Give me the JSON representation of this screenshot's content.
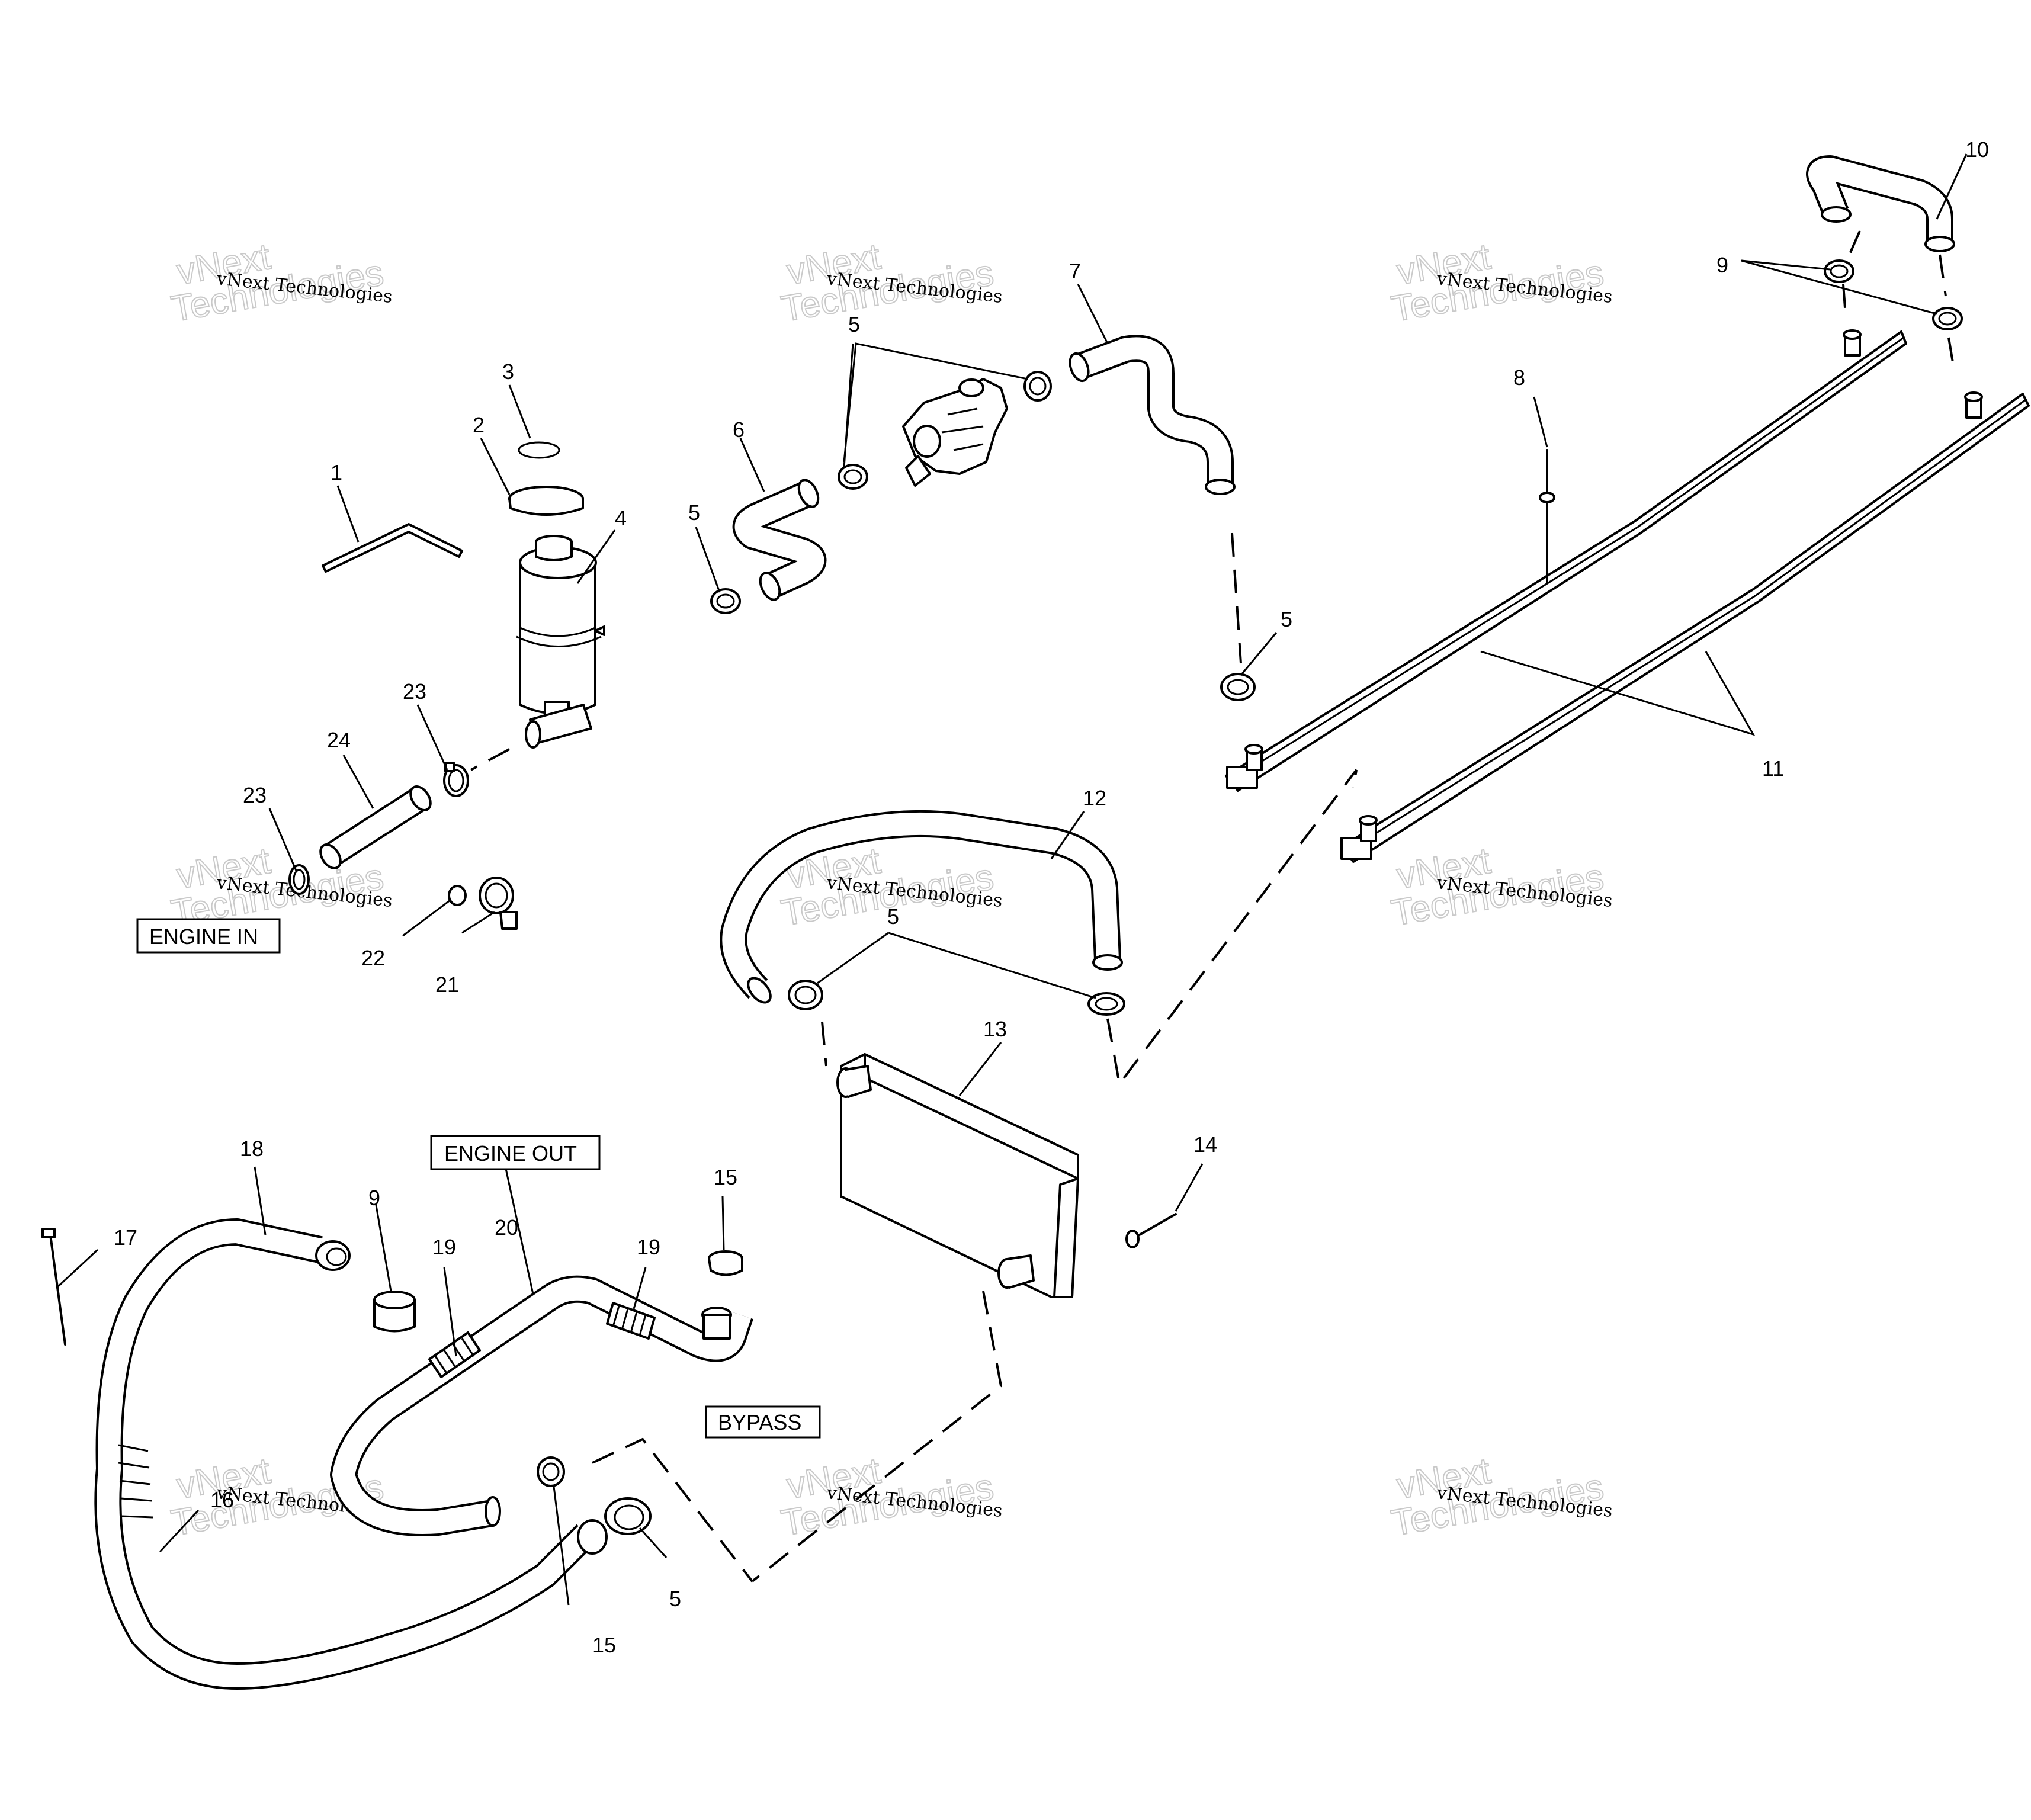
{
  "callouts": [
    {
      "id": "c1",
      "text": "1"
    },
    {
      "id": "c2",
      "text": "2"
    },
    {
      "id": "c3",
      "text": "3"
    },
    {
      "id": "c4",
      "text": "4"
    },
    {
      "id": "c5a",
      "text": "5"
    },
    {
      "id": "c5b",
      "text": "5"
    },
    {
      "id": "c5c",
      "text": "5"
    },
    {
      "id": "c5d",
      "text": "5"
    },
    {
      "id": "c5e",
      "text": "5"
    },
    {
      "id": "c6",
      "text": "6"
    },
    {
      "id": "c7",
      "text": "7"
    },
    {
      "id": "c8",
      "text": "8"
    },
    {
      "id": "c9a",
      "text": "9"
    },
    {
      "id": "c9b",
      "text": "9"
    },
    {
      "id": "c10",
      "text": "10"
    },
    {
      "id": "c11",
      "text": "11"
    },
    {
      "id": "c12",
      "text": "12"
    },
    {
      "id": "c13",
      "text": "13"
    },
    {
      "id": "c14",
      "text": "14"
    },
    {
      "id": "c15a",
      "text": "15"
    },
    {
      "id": "c15b",
      "text": "15"
    },
    {
      "id": "c16",
      "text": "16"
    },
    {
      "id": "c17",
      "text": "17"
    },
    {
      "id": "c18",
      "text": "18"
    },
    {
      "id": "c19a",
      "text": "19"
    },
    {
      "id": "c19b",
      "text": "19"
    },
    {
      "id": "c20",
      "text": "20"
    },
    {
      "id": "c21",
      "text": "21"
    },
    {
      "id": "c22",
      "text": "22"
    },
    {
      "id": "c23a",
      "text": "23"
    },
    {
      "id": "c23b",
      "text": "23"
    },
    {
      "id": "c24",
      "text": "24"
    }
  ],
  "labels": {
    "engine_in": "ENGINE IN",
    "engine_out": "ENGINE OUT",
    "bypass": "BYPASS"
  },
  "watermark": {
    "brand": "vNext Technologies",
    "line1": "vNext",
    "line2": "Technologies"
  }
}
